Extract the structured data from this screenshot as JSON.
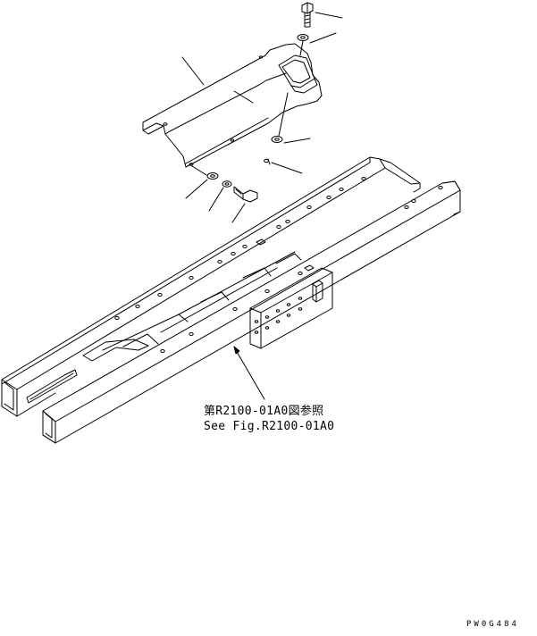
{
  "reference_note": {
    "line_jp": "第R2100-01A0図参照",
    "line_en": "See Fig.R2100-01A0"
  },
  "drawing_code": "PW0G484"
}
